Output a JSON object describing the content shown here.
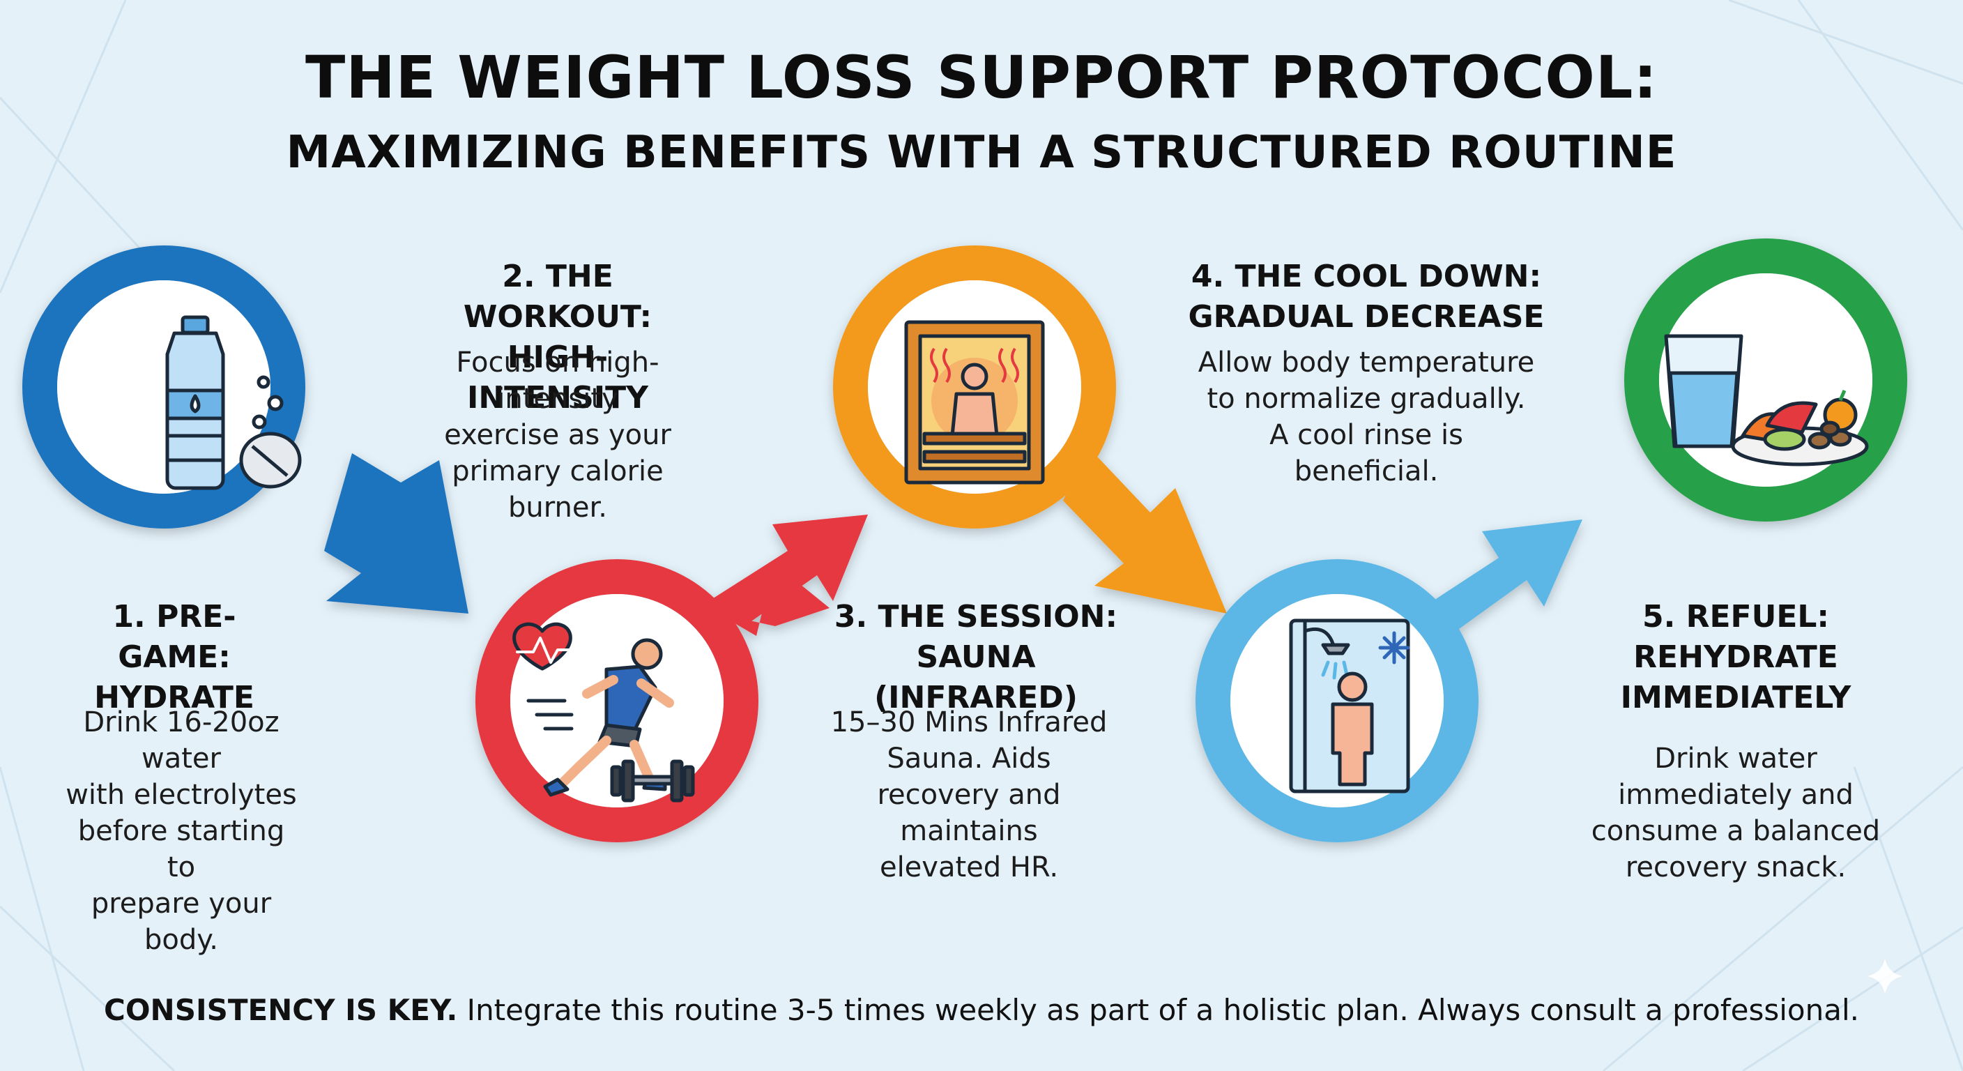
{
  "title": {
    "line1": "THE WEIGHT LOSS SUPPORT PROTOCOL:",
    "line2": "MAXIMIZING BENEFITS WITH A STRUCTURED ROUTINE"
  },
  "colors": {
    "background": "#e4f1f9",
    "blue": "#1e73be",
    "red": "#e53940",
    "orange": "#f39a1e",
    "light_blue": "#5bb7e6",
    "green": "#27a04a"
  },
  "steps": [
    {
      "heading_line1": "1. PRE-GAME:",
      "heading_line2": "HYDRATE",
      "description": [
        "Drink 16-20oz water",
        "with electrolytes",
        "before starting to",
        "prepare your body."
      ],
      "icon": "water-bottle-and-electrolyte-tablet-icon",
      "color": "#1e73be"
    },
    {
      "heading_line1": "2. THE WORKOUT:",
      "heading_line2": "HIGH-INTENSITY",
      "description": [
        "Focus on high-intensity",
        "exercise as your",
        "primary calorie burner."
      ],
      "icon": "running-athlete-with-heart-rate-and-dumbbell-icon",
      "color": "#e53940"
    },
    {
      "heading_line1": "3. THE SESSION:",
      "heading_line2": "SAUNA (INFRARED)",
      "description": [
        "15–30 Mins Infrared",
        "Sauna. Aids",
        "recovery and",
        "maintains",
        "elevated HR."
      ],
      "icon": "person-in-sauna-icon",
      "color": "#f39a1e"
    },
    {
      "heading_line1": "4. THE COOL DOWN:",
      "heading_line2": "GRADUAL DECREASE",
      "description": [
        "Allow body temperature",
        "to normalize gradually.",
        "A cool rinse is",
        "beneficial."
      ],
      "icon": "person-in-cool-shower-icon",
      "color": "#5bb7e6"
    },
    {
      "heading_line1": "5. REFUEL:",
      "heading_line2": "REHYDRATE",
      "heading_line3": "IMMEDIATELY",
      "description": [
        "Drink water",
        "immediately and",
        "consume a balanced",
        "recovery snack."
      ],
      "icon": "water-glass-and-snack-plate-icon",
      "color": "#27a04a"
    }
  ],
  "footer": {
    "bold": "CONSISTENCY IS KEY.",
    "text": " Integrate this routine 3-5 times weekly as part of a holistic plan. Always consult a professional."
  }
}
